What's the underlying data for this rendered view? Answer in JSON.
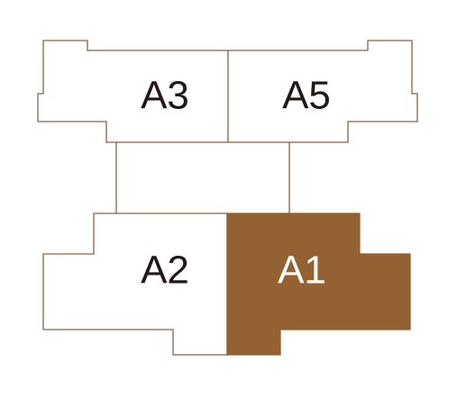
{
  "colors": {
    "line": "#8B6244",
    "accent": "#946133",
    "label_dark": "#231815",
    "label_light": "#ffffff"
  },
  "units": [
    {
      "id": "A3",
      "label": "A3",
      "highlighted": false
    },
    {
      "id": "A5",
      "label": "A5",
      "highlighted": false
    },
    {
      "id": "A2",
      "label": "A2",
      "highlighted": false
    },
    {
      "id": "A1",
      "label": "A1",
      "highlighted": true
    }
  ]
}
